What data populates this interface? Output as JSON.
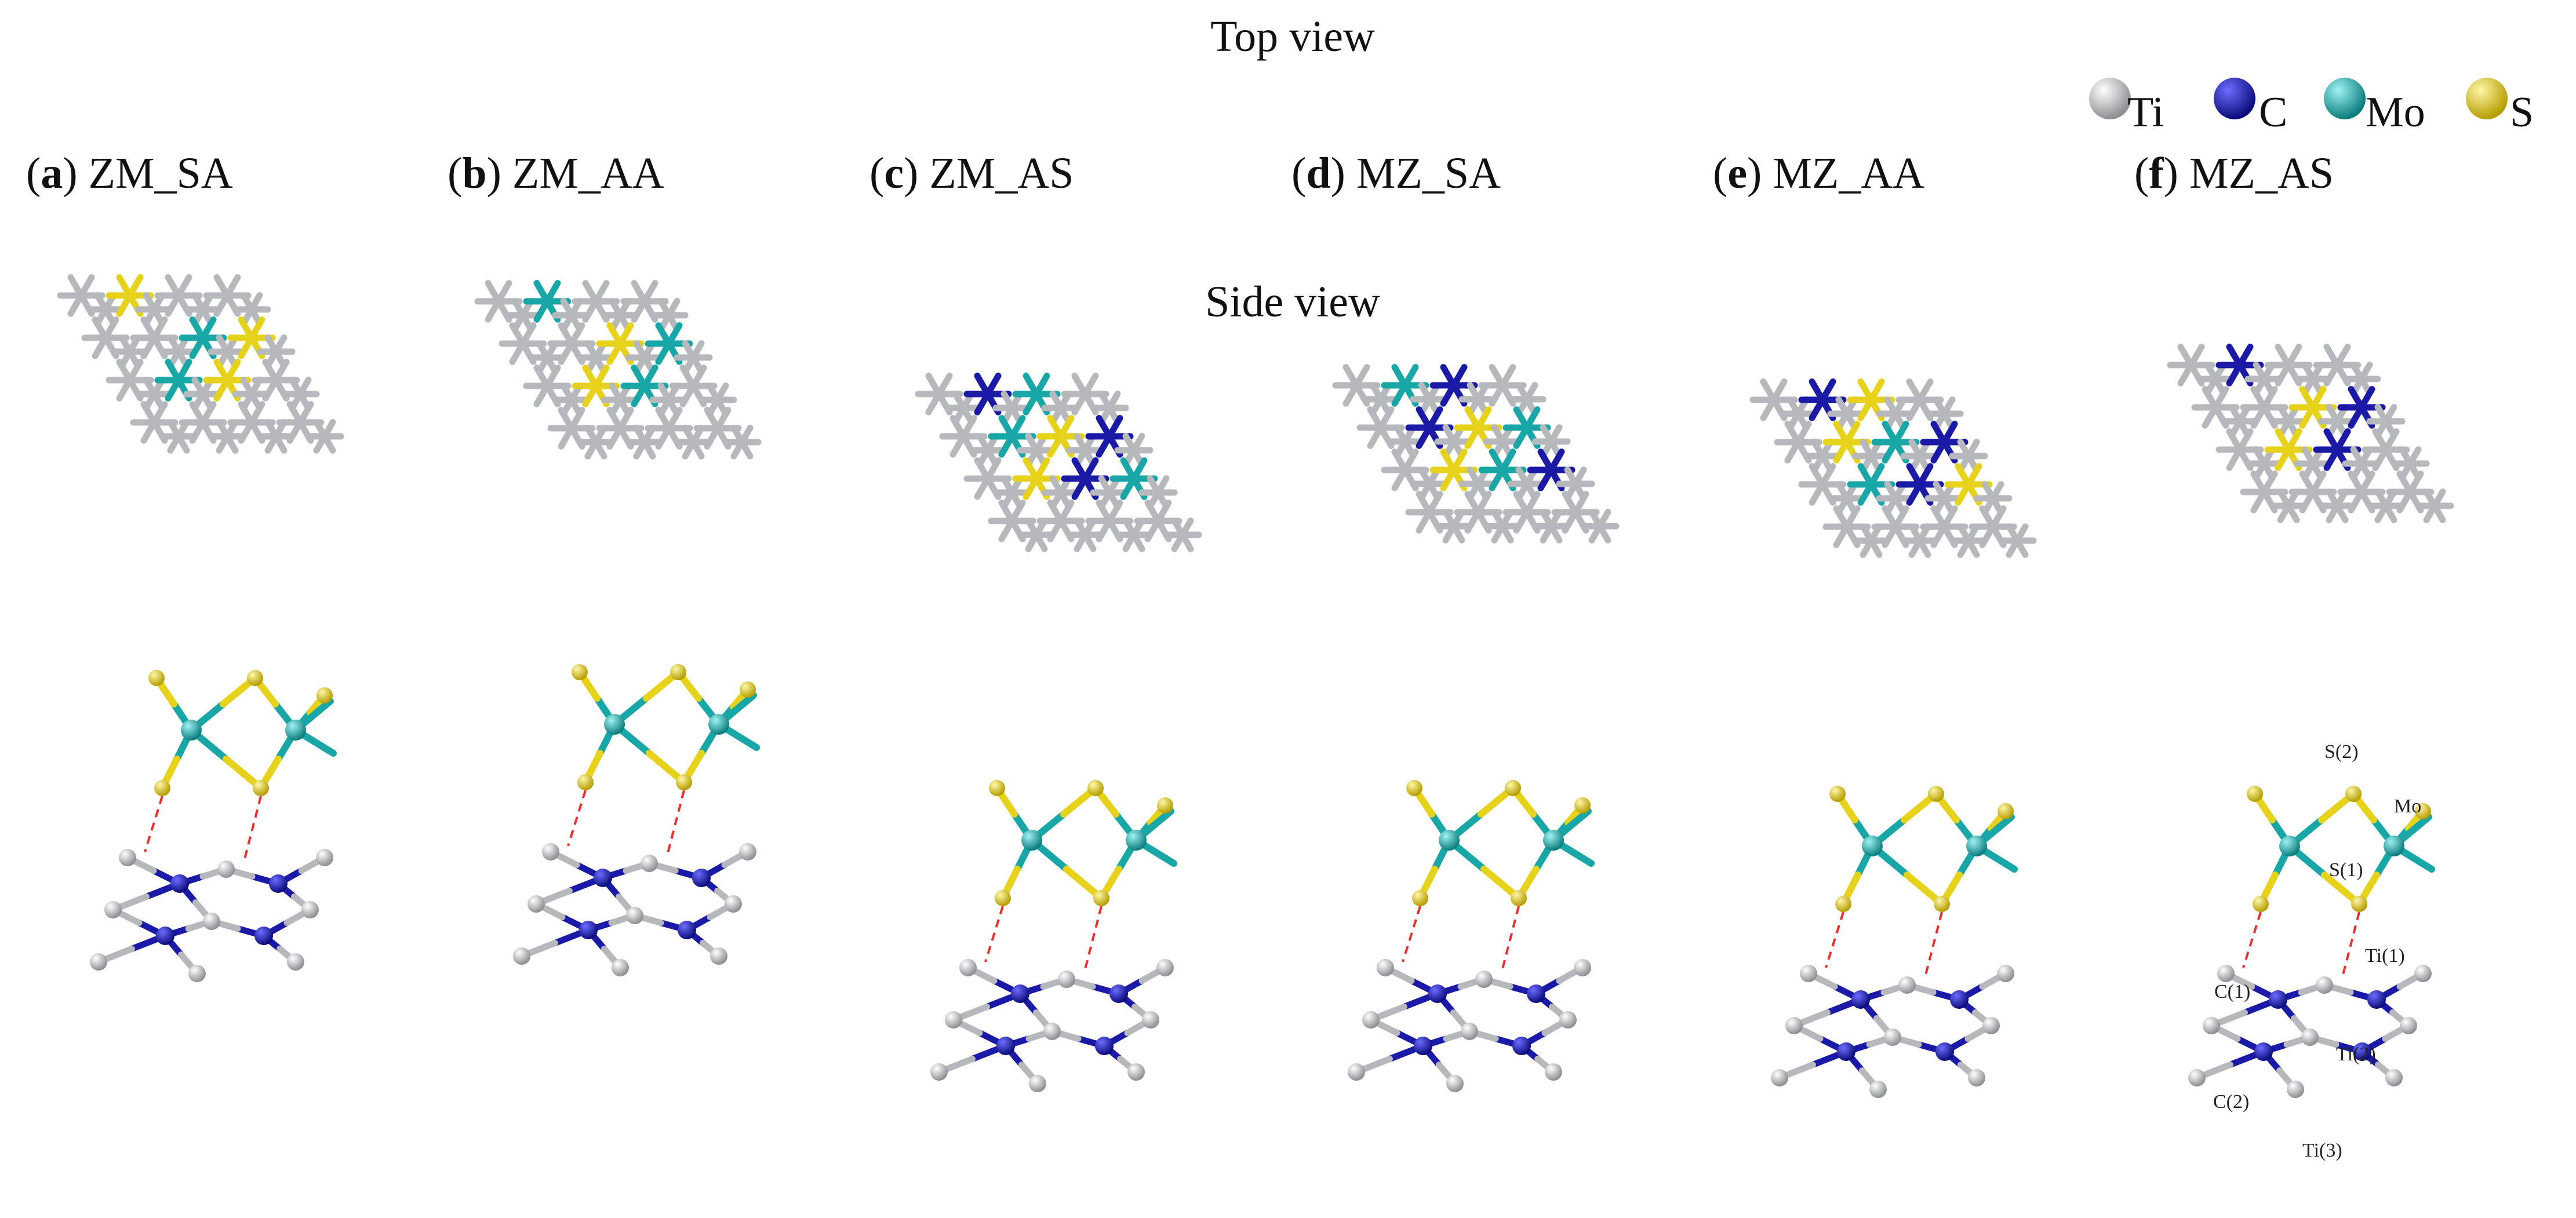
{
  "titles": {
    "top": "Top view",
    "side": "Side view"
  },
  "legend": [
    {
      "symbol": "Ti",
      "color": "#b7b8bb"
    },
    {
      "symbol": "C",
      "color": "#1a1aa6"
    },
    {
      "symbol": "Mo",
      "color": "#19a6a6"
    },
    {
      "symbol": "S",
      "color": "#e6d21a"
    }
  ],
  "panels": [
    {
      "letter": "a",
      "name": "ZM_SA"
    },
    {
      "letter": "b",
      "name": "ZM_AA"
    },
    {
      "letter": "c",
      "name": "ZM_AS"
    },
    {
      "letter": "d",
      "name": "MZ_SA"
    },
    {
      "letter": "e",
      "name": "MZ_AA"
    },
    {
      "letter": "f",
      "name": "MZ_AS"
    }
  ],
  "atom_labels": [
    "S(2)",
    "Mo",
    "S(1)",
    "Ti(1)",
    "C(1)",
    "Ti(2)",
    "C(2)",
    "Ti(3)"
  ],
  "colors": {
    "Ti": "#b7b8bb",
    "C": "#1a1aa6",
    "Mo": "#19a6a6",
    "S": "#e6d21a",
    "bond_dash": "#e83030"
  }
}
